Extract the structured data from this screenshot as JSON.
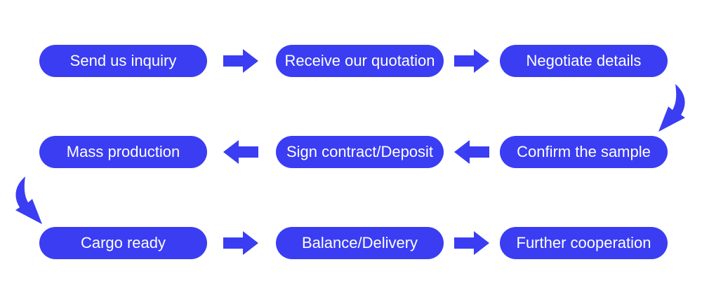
{
  "colors": {
    "accent": "#3a3df2",
    "text": "#ffffff",
    "background": "#ffffff"
  },
  "steps": [
    {
      "label": "Send us inquiry"
    },
    {
      "label": "Receive our quotation"
    },
    {
      "label": "Negotiate details"
    },
    {
      "label": "Confirm the sample"
    },
    {
      "label": "Sign contract/Deposit"
    },
    {
      "label": "Mass production"
    },
    {
      "label": "Cargo ready"
    },
    {
      "label": "Balance/Delivery"
    },
    {
      "label": "Further cooperation"
    }
  ],
  "connectors": [
    {
      "from": 1,
      "to": 2,
      "icon": "right-arrow-icon"
    },
    {
      "from": 2,
      "to": 3,
      "icon": "right-arrow-icon"
    },
    {
      "from": 3,
      "to": 4,
      "icon": "curved-down-arrow-icon"
    },
    {
      "from": 4,
      "to": 5,
      "icon": "left-arrow-icon"
    },
    {
      "from": 5,
      "to": 6,
      "icon": "left-arrow-icon"
    },
    {
      "from": 6,
      "to": 7,
      "icon": "curved-down-arrow-icon"
    },
    {
      "from": 7,
      "to": 8,
      "icon": "right-arrow-icon"
    },
    {
      "from": 8,
      "to": 9,
      "icon": "right-arrow-icon"
    }
  ]
}
